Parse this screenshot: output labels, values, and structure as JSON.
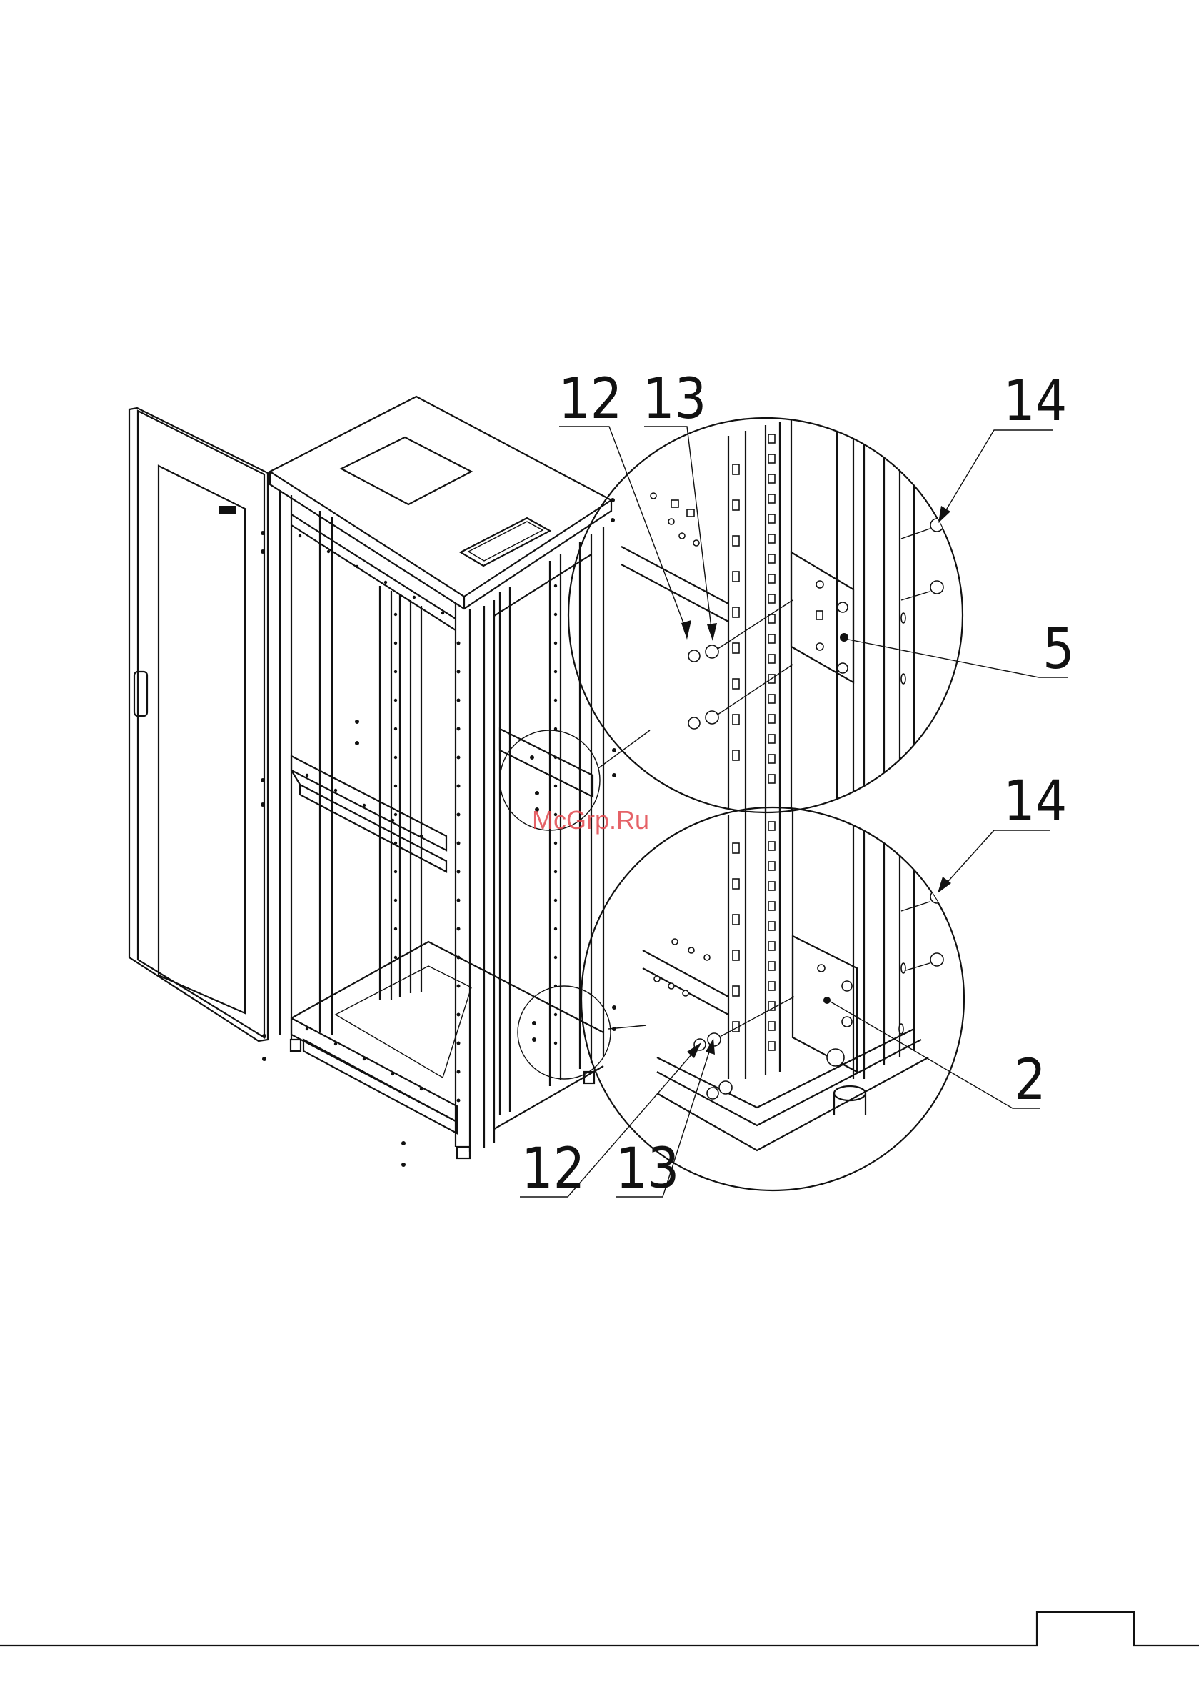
{
  "callouts": {
    "top_12": "12",
    "top_13": "13",
    "top_14": "14",
    "label_5": "5",
    "mid_14": "14",
    "label_2": "2",
    "bottom_12": "12",
    "bottom_13": "13"
  },
  "watermark": "McGrp.Ru"
}
